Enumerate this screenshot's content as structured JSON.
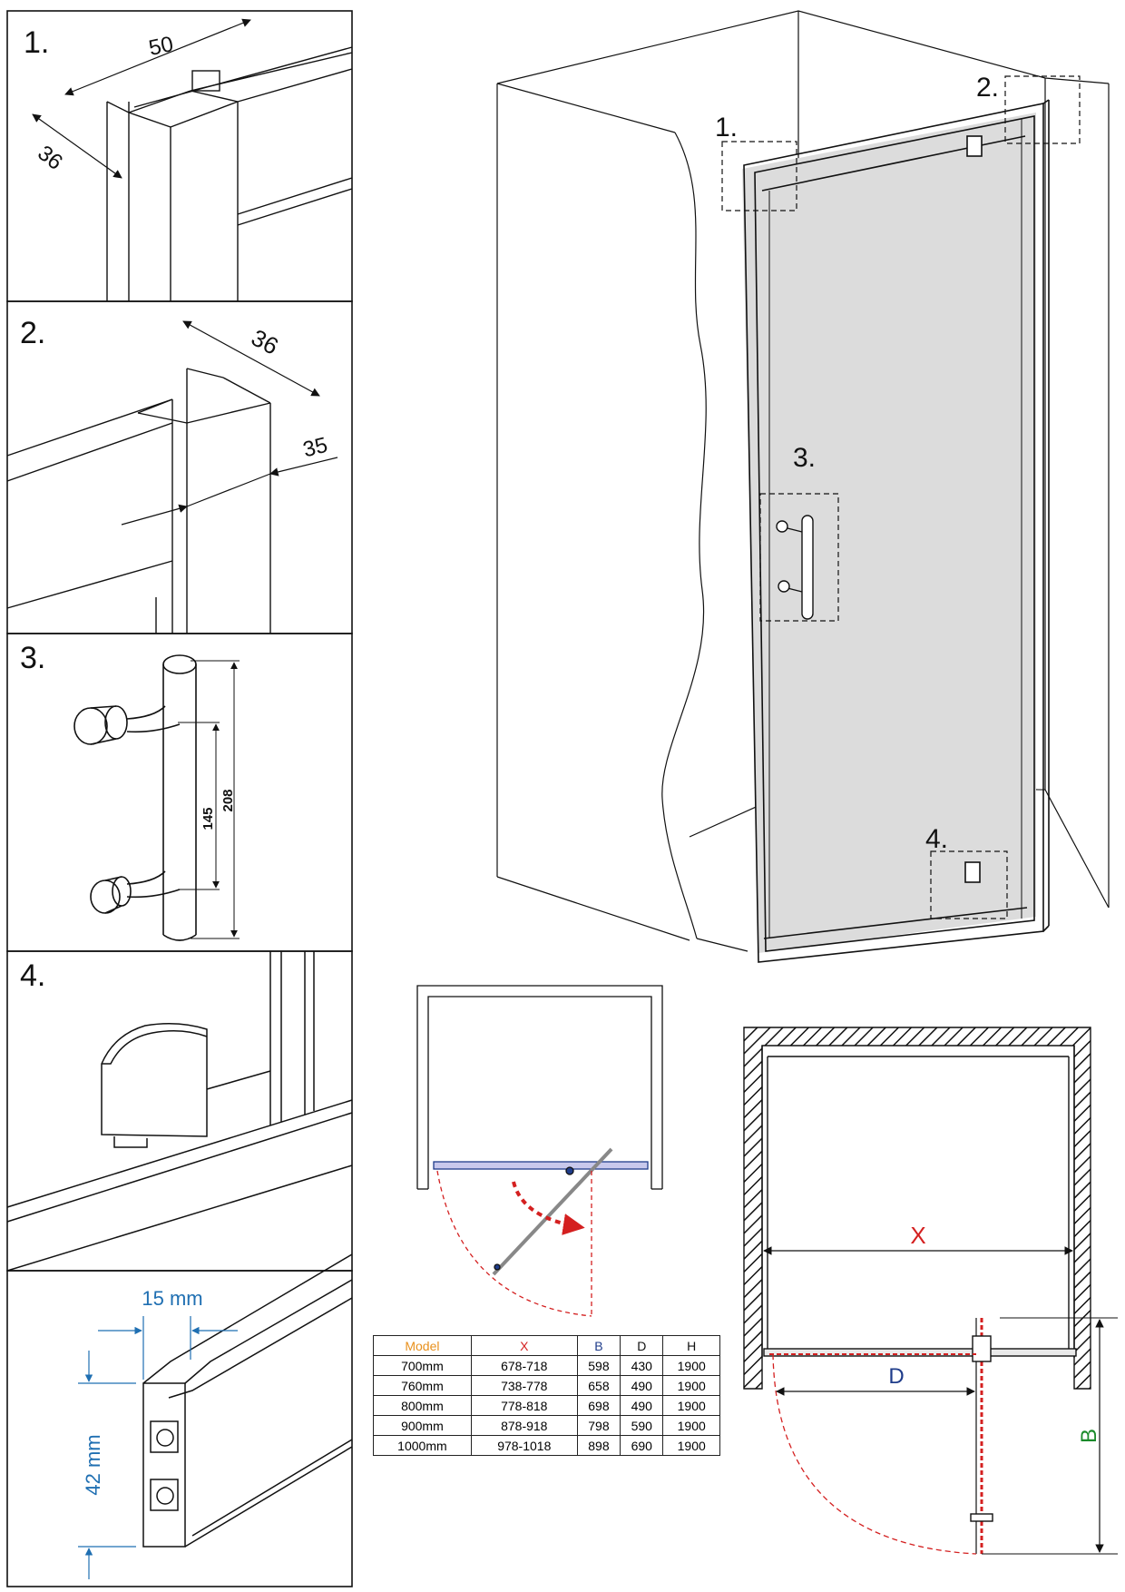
{
  "panels": {
    "p1": {
      "number": "1.",
      "dim_width": "50",
      "dim_depth": "36"
    },
    "p2": {
      "number": "2.",
      "dim_depth": "36",
      "dim_width": "35"
    },
    "p3": {
      "number": "3.",
      "dim_inner": "145",
      "dim_outer": "208"
    },
    "p4": {
      "number": "4."
    },
    "p5": {
      "dim_width": "15 mm",
      "dim_height": "42 mm"
    }
  },
  "overview": {
    "callouts": [
      "1.",
      "2.",
      "3.",
      "4."
    ]
  },
  "plan": {
    "label_x": "X",
    "label_d": "D",
    "label_b": "B"
  },
  "spec_table": {
    "headers": [
      "Model",
      "X",
      "B",
      "D",
      "H"
    ],
    "rows": [
      [
        "700mm",
        "678-718",
        "598",
        "430",
        "1900"
      ],
      [
        "760mm",
        "738-778",
        "658",
        "490",
        "1900"
      ],
      [
        "800mm",
        "778-818",
        "698",
        "490",
        "1900"
      ],
      [
        "900mm",
        "878-918",
        "798",
        "590",
        "1900"
      ],
      [
        "1000mm",
        "978-1018",
        "898",
        "690",
        "1900"
      ]
    ]
  },
  "colors": {
    "line": "#1a1a1a",
    "dim_blue": "#1f6fb2",
    "swing_red": "#d42020",
    "glass_grey": "#d9d9d9",
    "dim_green": "#1a8a2a"
  }
}
